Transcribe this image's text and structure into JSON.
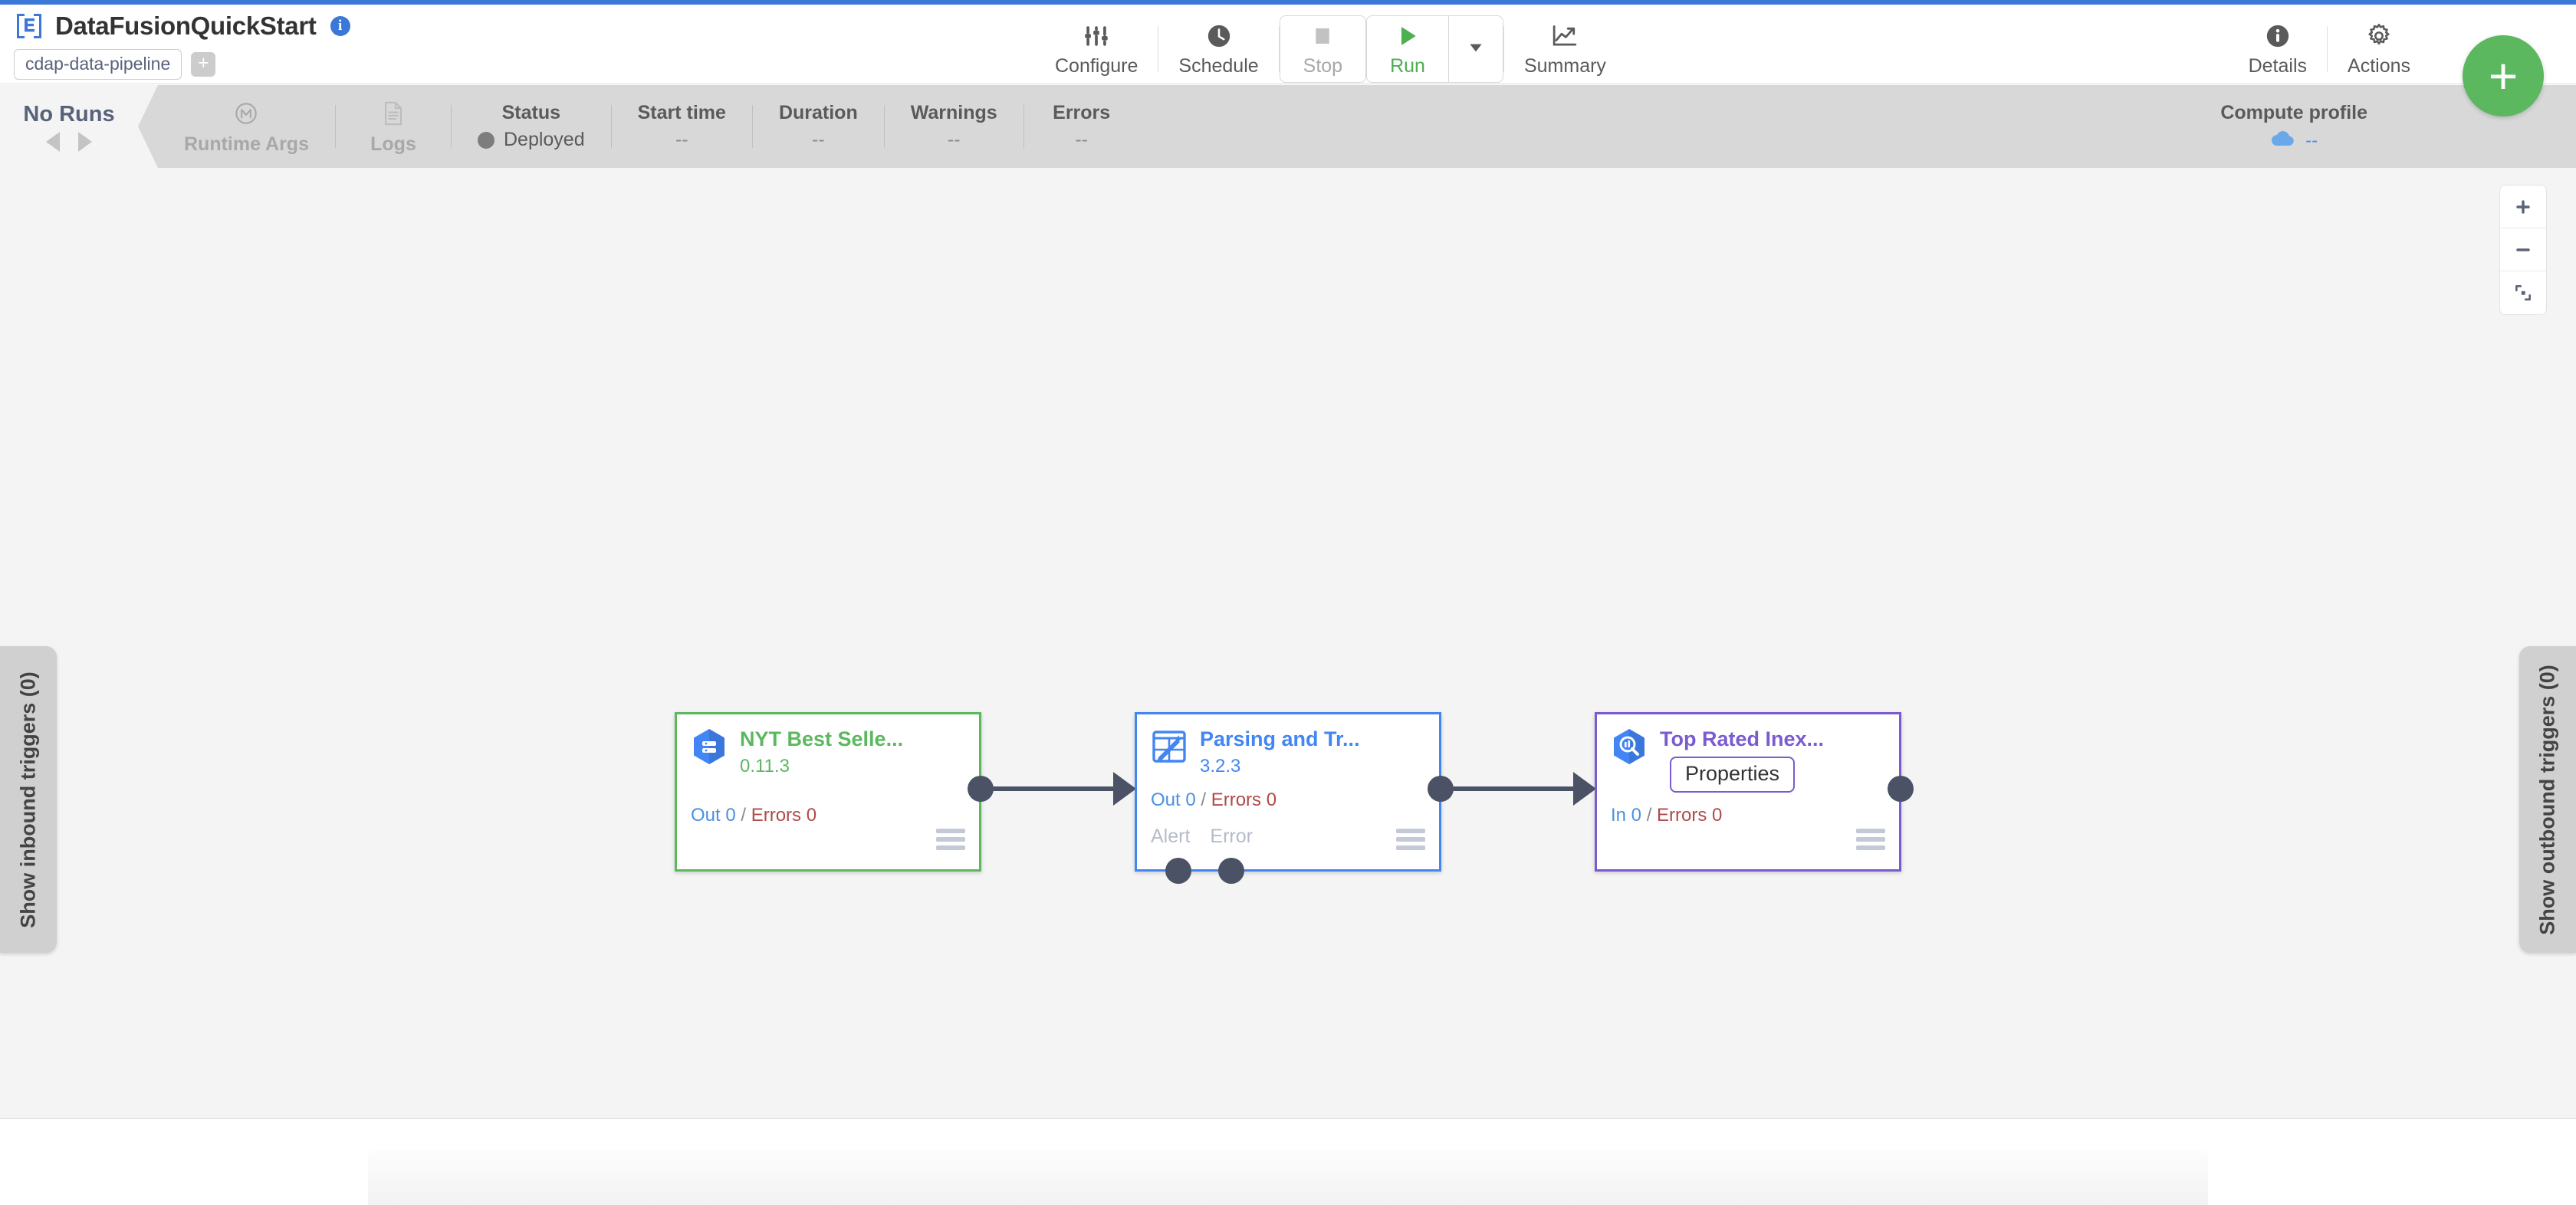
{
  "header": {
    "logo_icon": "cdap-logo-icon",
    "title": "DataFusionQuickStart",
    "info_icon": "info-icon",
    "chips": [
      {
        "label": "cdap-data-pipeline"
      }
    ],
    "add_chip_label": "+"
  },
  "toolbar": {
    "configure": {
      "label": "Configure",
      "icon": "sliders-icon"
    },
    "schedule": {
      "label": "Schedule",
      "icon": "clock-icon"
    },
    "stop": {
      "label": "Stop",
      "icon": "stop-square-icon"
    },
    "run": {
      "label": "Run",
      "icon": "play-triangle-icon"
    },
    "run_caret": {
      "icon": "caret-down-icon"
    },
    "summary": {
      "label": "Summary",
      "icon": "line-chart-icon"
    },
    "details": {
      "label": "Details",
      "icon": "info-circle-icon"
    },
    "actions": {
      "label": "Actions",
      "icon": "gear-icon"
    }
  },
  "runs": {
    "title": "No Runs",
    "prev_icon": "caret-left-icon",
    "next_icon": "caret-right-icon"
  },
  "stats": {
    "runtime_args": {
      "label": "Runtime Args",
      "icon": "macro-m-circle-icon"
    },
    "logs": {
      "label": "Logs",
      "icon": "document-lines-icon"
    },
    "status": {
      "head": "Status",
      "value": "Deployed",
      "dot_color": "#7d7d7d"
    },
    "start_time": {
      "head": "Start time",
      "value": "--"
    },
    "duration": {
      "head": "Duration",
      "value": "--"
    },
    "warnings": {
      "head": "Warnings",
      "value": "--"
    },
    "errors": {
      "head": "Errors",
      "value": "--"
    },
    "compute": {
      "head": "Compute profile",
      "value": "--",
      "icon": "cloud-icon"
    }
  },
  "fab": {
    "label": "+",
    "icon": "plus-icon",
    "color": "#5cb85f"
  },
  "canvas": {
    "zoom_controls": {
      "zoom_in": {
        "icon": "plus-icon",
        "label": "+"
      },
      "zoom_out": {
        "icon": "minus-icon",
        "label": "–"
      },
      "fit": {
        "icon": "fit-to-screen-icon"
      }
    },
    "drawer_left": {
      "label": "Show inbound triggers (0)"
    },
    "drawer_right": {
      "label": "Show outbound triggers (0)"
    },
    "tooltip": {
      "label": "Properties"
    },
    "nodes": [
      {
        "id": "source",
        "name": "NYT Best Selle...",
        "version": "0.11.3",
        "icon": "bigquery-source-icon",
        "accent": "#5cb85f",
        "metrics": {
          "prefix": "Out",
          "in_value": "0",
          "sep": "/",
          "errors_label": "Errors",
          "errors_value": "0"
        },
        "ports": [],
        "menu_icon": "hamburger-menu-icon"
      },
      {
        "id": "transform",
        "name": "Parsing and Tr...",
        "version": "3.2.3",
        "icon": "wrangler-transform-icon",
        "accent": "#4285f4",
        "metrics": {
          "prefix": "Out",
          "in_value": "0",
          "sep": "/",
          "errors_label": "Errors",
          "errors_value": "0"
        },
        "ports": [
          "Alert",
          "Error"
        ],
        "menu_icon": "hamburger-menu-icon"
      },
      {
        "id": "sink",
        "name": "Top Rated Inex...",
        "version": "",
        "icon": "bigquery-sink-icon",
        "accent": "#7a5bd0",
        "metrics": {
          "prefix": "In",
          "in_value": "0",
          "sep": "/",
          "errors_label": "Errors",
          "errors_value": "0"
        },
        "ports": [],
        "menu_icon": "hamburger-menu-icon"
      }
    ]
  },
  "colors": {
    "accent_blue": "#3c78d8",
    "green": "#5cb85f",
    "node_blue": "#4285f4",
    "node_purple": "#7a5bd0",
    "canvas_bg": "#f4f4f4",
    "statsbar_bg": "#d8d8d8"
  }
}
